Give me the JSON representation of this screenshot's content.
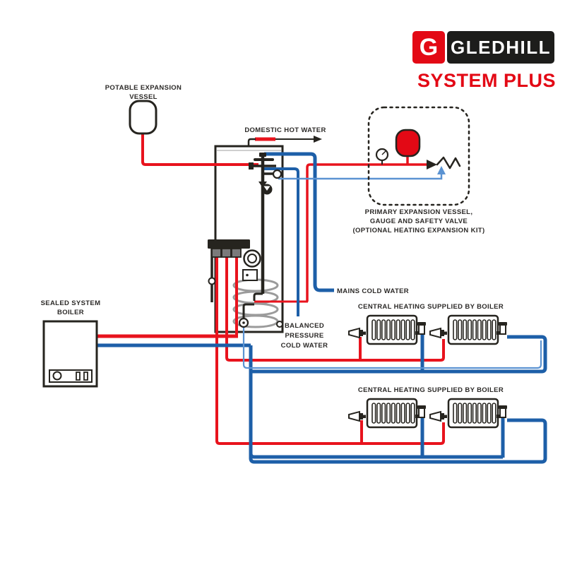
{
  "brand": {
    "logo_letter": "G",
    "name": "GLEDHILL",
    "product": "SYSTEM PLUS"
  },
  "labels": {
    "potable1": "POTABLE EXPANSION",
    "potable2": "VESSEL",
    "dhw": "DOMESTIC HOT WATER",
    "kit1": "PRIMARY EXPANSION VESSEL,",
    "kit2": "GAUGE AND SAFETY VALVE",
    "kit3": "(OPTIONAL HEATING EXPANSION KIT)",
    "mains": "MAINS COLD WATER",
    "balanced1": "BALANCED",
    "balanced2": "PRESSURE",
    "balanced3": "COLD WATER",
    "boiler1": "SEALED SYSTEM",
    "boiler2": "BOILER",
    "ch1": "CENTRAL HEATING SUPPLIED BY BOILER",
    "ch2": "CENTRAL HEATING SUPPLIED BY BOILER"
  },
  "colors": {
    "pipe_red": "#e8131d",
    "logo_red": "#e30915",
    "brand_black": "#1d1d1b",
    "pipe_blue": "#1d5fa8",
    "pipe_blue_light": "#5b93d2",
    "outline": "#26241f",
    "coil_gray": "#9b9b9b",
    "text": "#2c2a28"
  }
}
